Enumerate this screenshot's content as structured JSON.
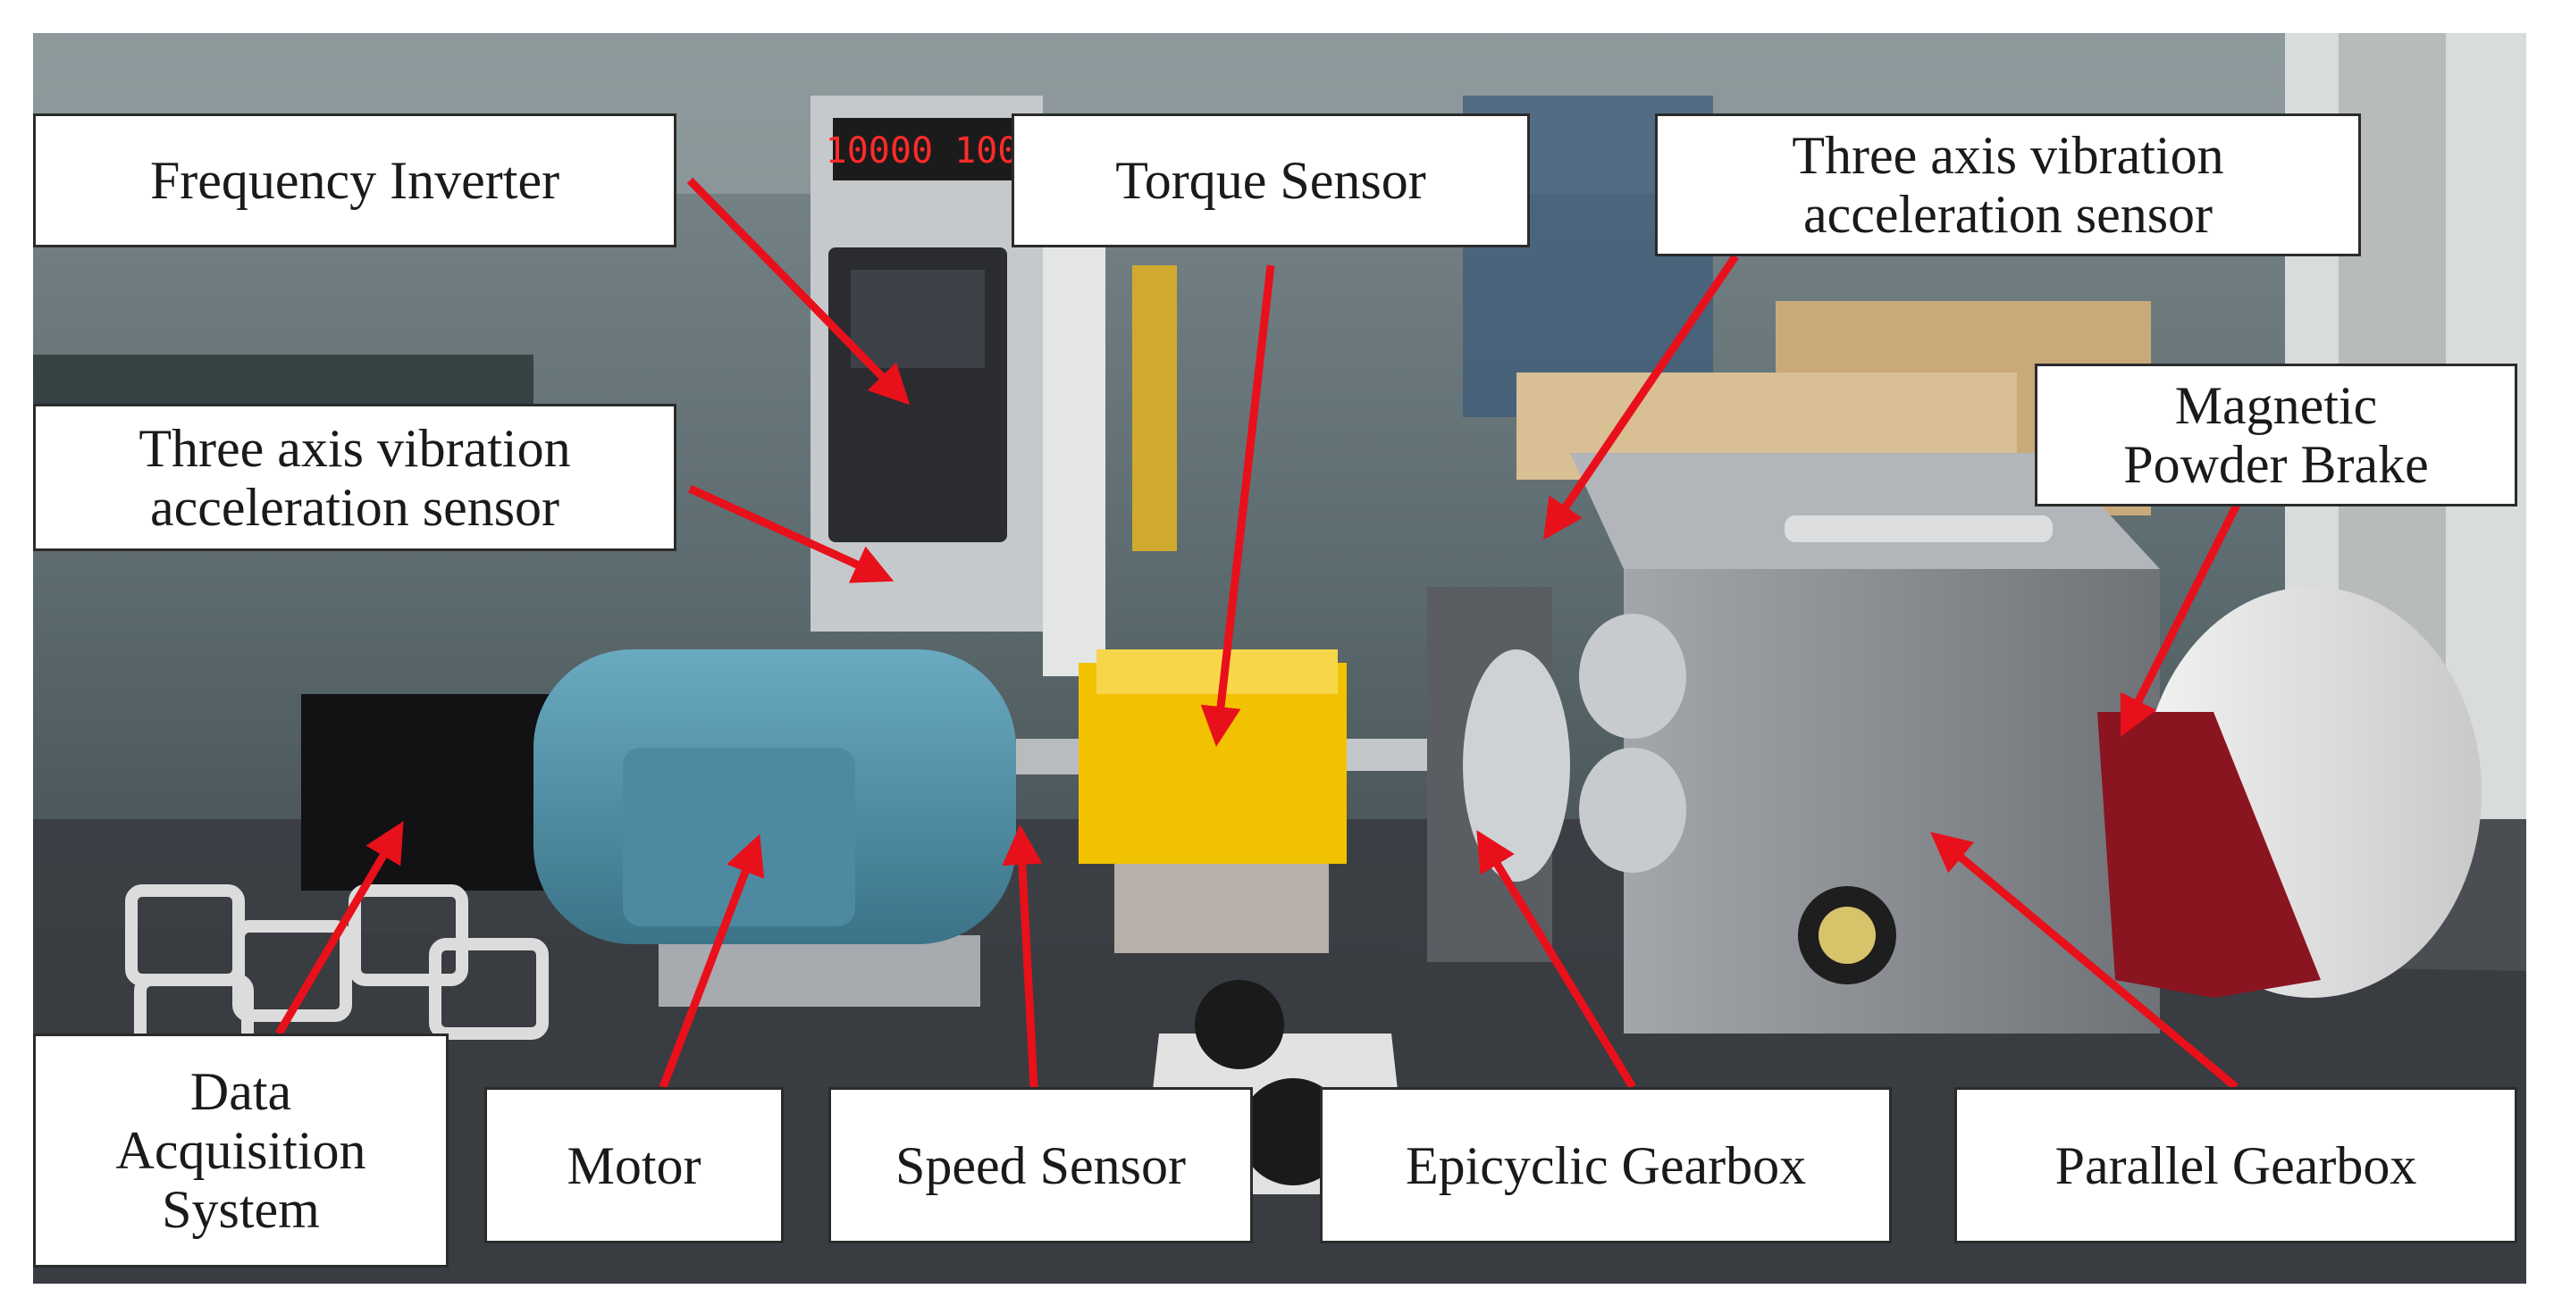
{
  "labels": {
    "frequency_inverter": "Frequency Inverter",
    "torque_sensor": "Torque Sensor",
    "vibration_sensor_right_line1": "Three axis vibration",
    "vibration_sensor_right_line2": "acceleration sensor",
    "vibration_sensor_left_line1": "Three axis vibration",
    "vibration_sensor_left_line2": "acceleration sensor",
    "magnetic_brake_line1": "Magnetic",
    "magnetic_brake_line2": "Powder Brake",
    "daq_line1": "Data",
    "daq_line2": "Acquisition",
    "daq_line3": "System",
    "motor": "Motor",
    "speed_sensor": "Speed Sensor",
    "epicyclic_gearbox": "Epicyclic Gearbox",
    "parallel_gearbox": "Parallel Gearbox",
    "display_readout": "10000 100"
  },
  "colors": {
    "arrow": "#e8101a",
    "motor_body": "#4f8fa8",
    "torque_sensor_body": "#f2c200",
    "gearbox_body": "#8e9196",
    "brake_body": "#8a1420",
    "bench": "#3a3d42"
  },
  "icons": [
    "arrow-icon"
  ]
}
